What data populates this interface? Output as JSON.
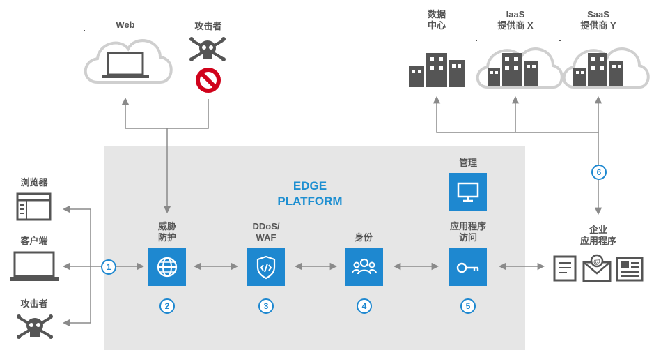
{
  "platform": {
    "line1": "EDGE",
    "line2": "PLATFORM"
  },
  "clients": {
    "browser": "浏览器",
    "client": "客户端",
    "attacker": "攻击者"
  },
  "top": {
    "web": "Web",
    "attacker": "攻击者"
  },
  "clouds": {
    "datacenter": [
      "数据",
      "中心"
    ],
    "iaas": [
      "IaaS",
      "提供商 X"
    ],
    "saas": [
      "SaaS",
      "提供商 Y"
    ]
  },
  "services": [
    {
      "title": [
        "威胁",
        "防护"
      ],
      "step": "2",
      "icon": "globe-icon"
    },
    {
      "title": [
        "DDoS/",
        "WAF"
      ],
      "step": "3",
      "icon": "shield-code-icon"
    },
    {
      "title": [
        "身份"
      ],
      "step": "4",
      "icon": "people-icon"
    },
    {
      "title": [
        "应用程序",
        "访问"
      ],
      "step": "5",
      "icon": "key-icon"
    }
  ],
  "management": {
    "label": "管理",
    "icon": "monitor-icon"
  },
  "enterprise": {
    "label": [
      "企业",
      "应用程序"
    ]
  },
  "steps": {
    "client_step": "1",
    "enterprise_step": "6"
  },
  "colors": {
    "accent": "#1e88d0",
    "platform_bg": "#e6e6e6",
    "line": "#8a8a8a",
    "icon_gray": "#555555",
    "block": "#d0021b"
  }
}
